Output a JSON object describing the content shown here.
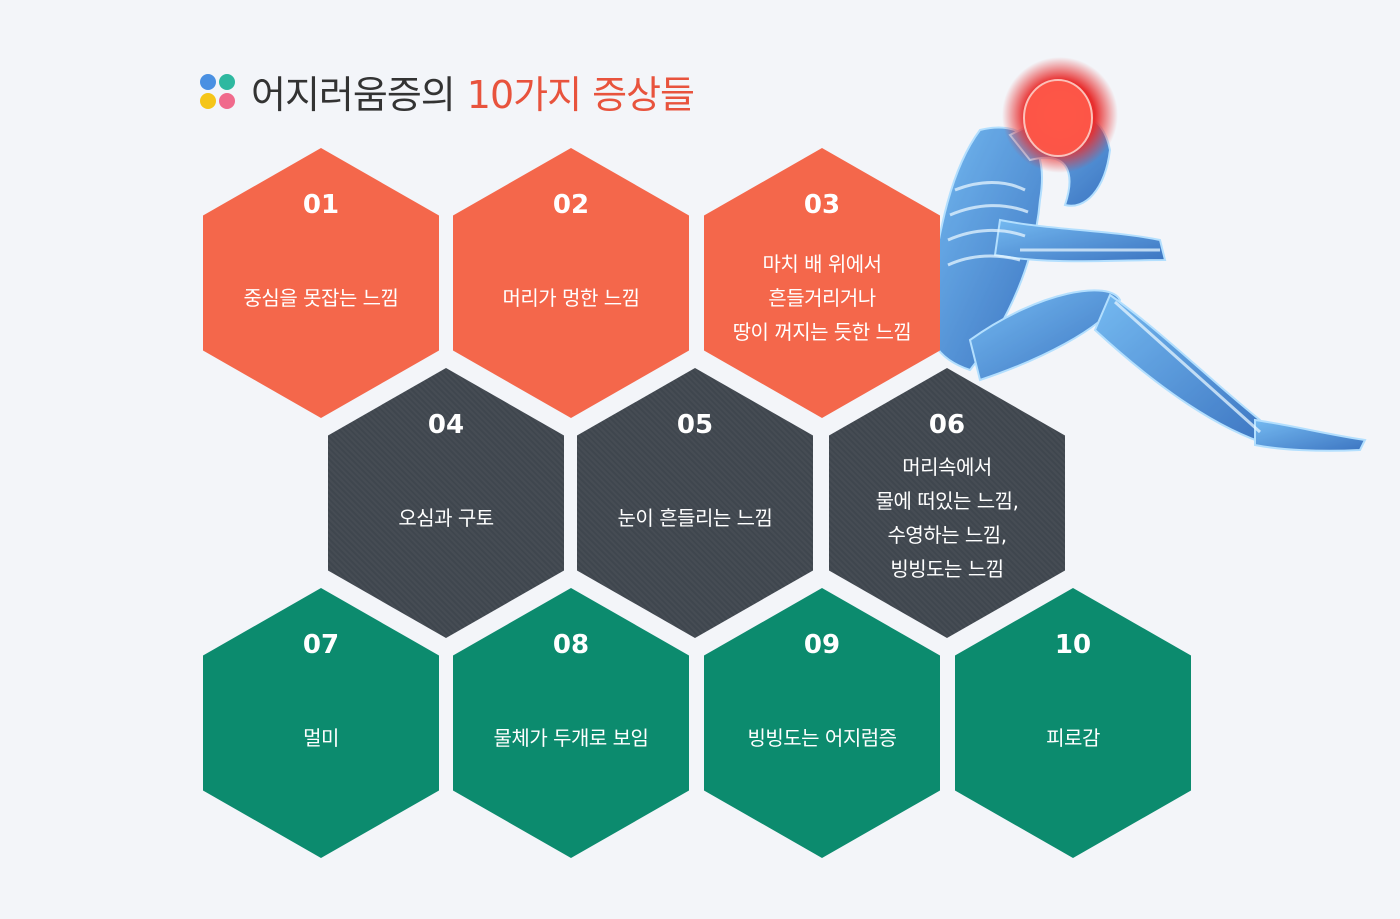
{
  "title": {
    "main": "어지러움증의",
    "accent": "10가지 증상들"
  },
  "colors": {
    "red": "#f4674b",
    "dark": "#3f464e",
    "green": "#0c8b6e",
    "accent": "#e8533d"
  },
  "logo_dots": [
    "#4a90e2",
    "#2eb8a0",
    "#f5c518",
    "#f06a8c"
  ],
  "symptoms": [
    {
      "num": "01",
      "label": "중심을 못잡는 느낌"
    },
    {
      "num": "02",
      "label": "머리가 멍한 느낌"
    },
    {
      "num": "03",
      "label": "마치 배 위에서\n흔들거리거나\n땅이 꺼지는 듯한 느낌"
    },
    {
      "num": "04",
      "label": "오심과 구토"
    },
    {
      "num": "05",
      "label": "눈이 흔들리는 느낌"
    },
    {
      "num": "06",
      "label": "머리속에서\n물에 떠있는 느낌,\n수영하는 느낌,\n빙빙도는 느낌"
    },
    {
      "num": "07",
      "label": "멀미"
    },
    {
      "num": "08",
      "label": "물체가 두개로 보임"
    },
    {
      "num": "09",
      "label": "빙빙도는 어지럼증"
    },
    {
      "num": "10",
      "label": "피로감"
    }
  ]
}
